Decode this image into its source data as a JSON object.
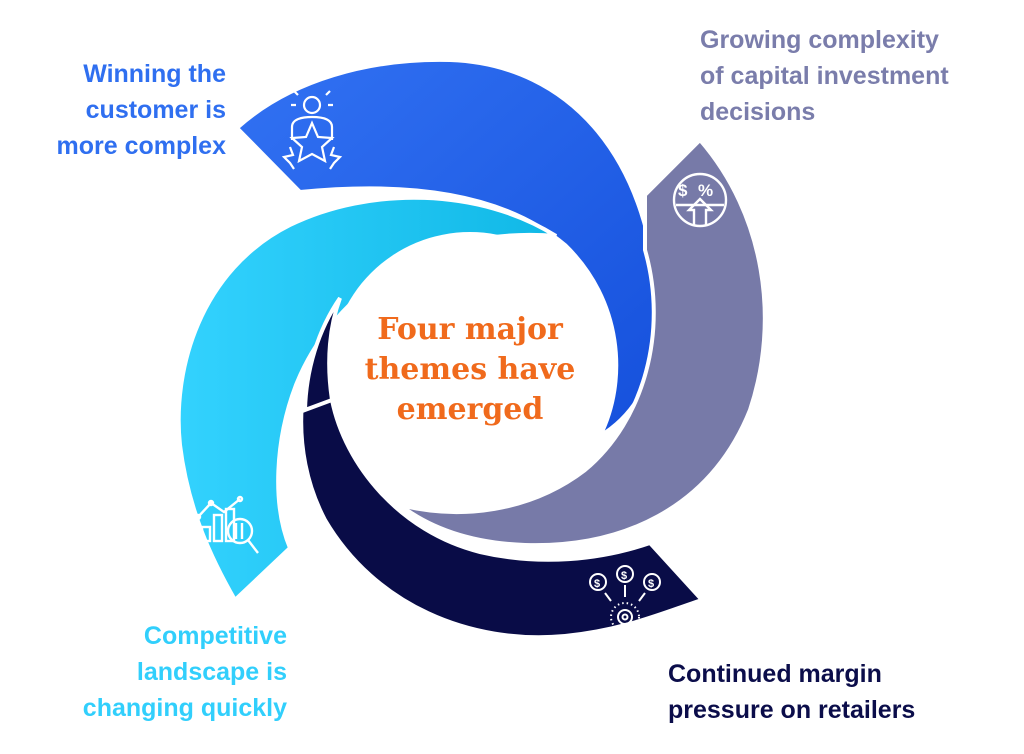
{
  "center_title": [
    "Four major",
    "themes have",
    "emerged"
  ],
  "themes": [
    {
      "id": "customer",
      "lines": [
        "Winning the",
        "customer is",
        "more complex"
      ],
      "color": "#2f6ff0",
      "icon": "person-star-icon"
    },
    {
      "id": "capital",
      "lines": [
        "Growing complexity",
        "of capital investment",
        "decisions"
      ],
      "color": "#7a7dab",
      "icon": "percent-growth-icon"
    },
    {
      "id": "competitive",
      "lines": [
        "Competitive",
        "landscape is",
        "changing quickly"
      ],
      "color": "#31cffc",
      "icon": "chart-magnifier-icon"
    },
    {
      "id": "margin",
      "lines": [
        "Continued margin",
        "pressure on retailers"
      ],
      "color": "#0b0d4a",
      "icon": "money-gear-icon"
    }
  ],
  "colors": {
    "center_text": "#f06a1c",
    "blue": "#2f6ff0",
    "gray": "#777aa8",
    "navy": "#090c47",
    "cyan": "#31d0fd"
  }
}
